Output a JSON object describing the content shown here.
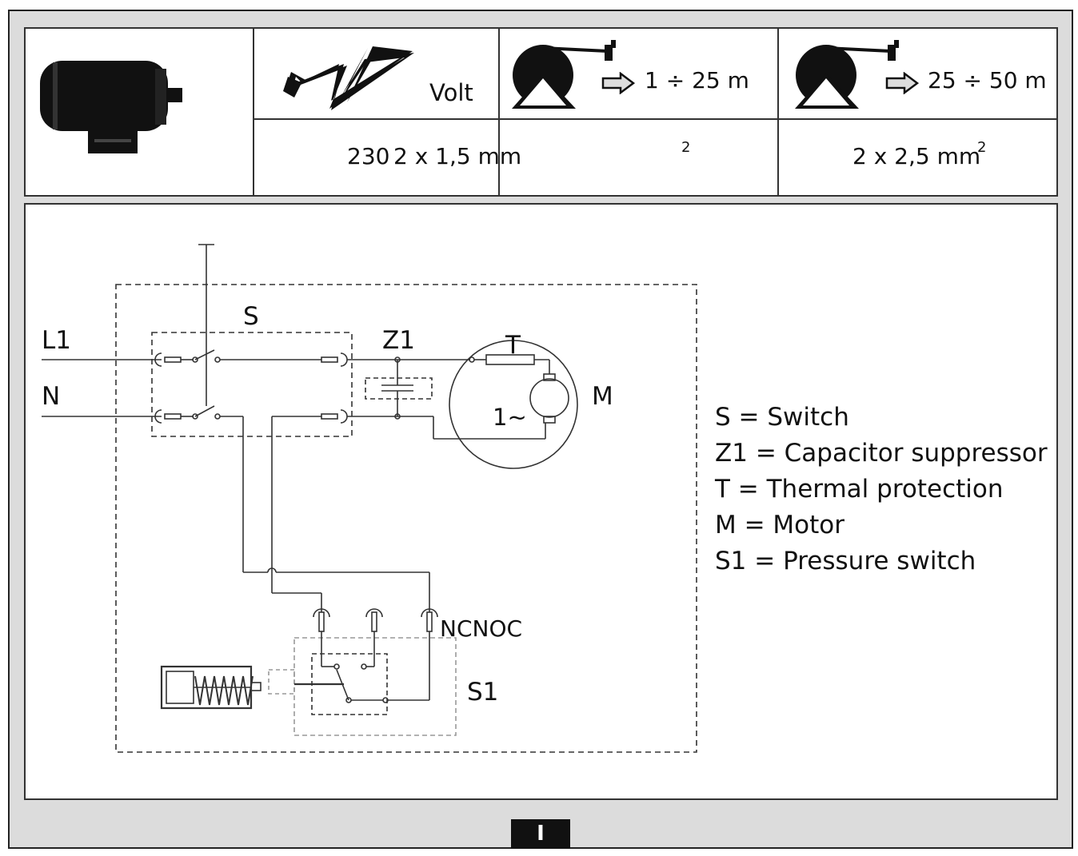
{
  "spec_table": {
    "voltage_label": "Volt",
    "range_short": "1 ÷ 25 m",
    "range_long": "25 ÷ 50 m",
    "voltage_value": "230",
    "cable_short": "2 x 1,5 mm",
    "cable_short_sup": "2",
    "cable_long": "2 x 2,5 mm",
    "cable_long_sup": "2",
    "icons": [
      "electric-motor-icon",
      "lightning-voltage-icon",
      "cable-reel-icon",
      "arrow-right-icon"
    ]
  },
  "diagram": {
    "labels": {
      "L1": "L1",
      "N": "N",
      "S": "S",
      "Z1": "Z1",
      "T": "T",
      "M": "M",
      "phase": "1~",
      "contacts": "NCNOC",
      "S1": "S1"
    },
    "legend": [
      "S = Switch",
      "Z1 = Capacitor suppressor",
      "T = Thermal protection",
      "M = Motor",
      "S1 = Pressure switch"
    ]
  },
  "page_tab": "I"
}
